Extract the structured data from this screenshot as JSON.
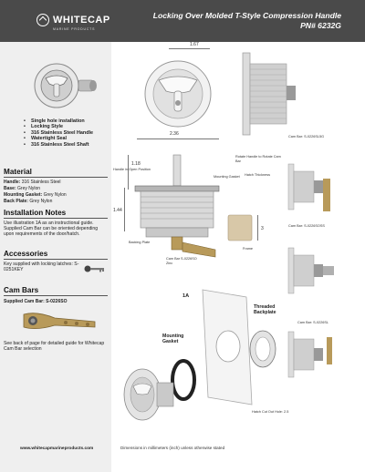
{
  "header": {
    "logo_text": "WHITECAP",
    "logo_sub": "MARINE PRODUCTS",
    "title_line1": "Locking Over Molded T-Style Compression Handle",
    "title_line2": "PN# 6232G"
  },
  "features": [
    "Single hole installation",
    "Locking Style",
    "316 Stainless Steel Handle",
    "Watertight Seal",
    "316 Stainless Steel Shaft"
  ],
  "material": {
    "heading": "Material",
    "rows": [
      {
        "label": "Handle:",
        "value": "316 Stainless Steel"
      },
      {
        "label": "Base:",
        "value": "Grey Nylon"
      },
      {
        "label": "Mounting Gasket:",
        "value": "Grey Nylon"
      },
      {
        "label": "Back Plate:",
        "value": "Grey Nylon"
      }
    ]
  },
  "installation": {
    "heading": "Installation Notes",
    "text": "Use illustration 1A as an instructional guide. Supplied Cam Bar can be oriented depending upon requirements of the door/hatch."
  },
  "accessories": {
    "heading": "Accessories",
    "text": "Key supplied with locking latches: S-0251KEY"
  },
  "cam_bars": {
    "heading": "Cam Bars",
    "supplied": "Supplied Cam Bar: S-0226SO",
    "text": "See back of page for detailed guide for Whitecap Cam Bar selection"
  },
  "footer": {
    "url": "www.whitecapmarineproducts.com",
    "dims_note": "Dimensions in millimeters (inch) unless otherwise stated"
  },
  "drawing": {
    "dim_top": "1.67",
    "dim_width": "2.36",
    "dim_118": "1.18",
    "dim_144": "1.44",
    "dim_3": "3",
    "handle_open": "Handle in Open Position",
    "rotate": "Rotate Handle to Rotate Cam Bar",
    "mounting_gasket": "Mounting Gasket",
    "hatch_thickness": "Hatch Thickness",
    "backing_plate": "Backing Plate",
    "cam_bar_zinc": "Cam Bar S-0226SO Zinc",
    "frame": "Frame",
    "cam_bar_1": "Cam Bar: S-0226SL5G",
    "cam_bar_2": "Cam Bar: S-0226SOSS",
    "cam_bar_3": "Cam Bar: S-0226SL",
    "fig_1a": "1A",
    "threaded_backplate": "Threaded Backplate",
    "mounting_gasket_big": "Mounting Gasket",
    "hatch_cut_out": "Hatch Cut Out Hole: 2.5"
  }
}
